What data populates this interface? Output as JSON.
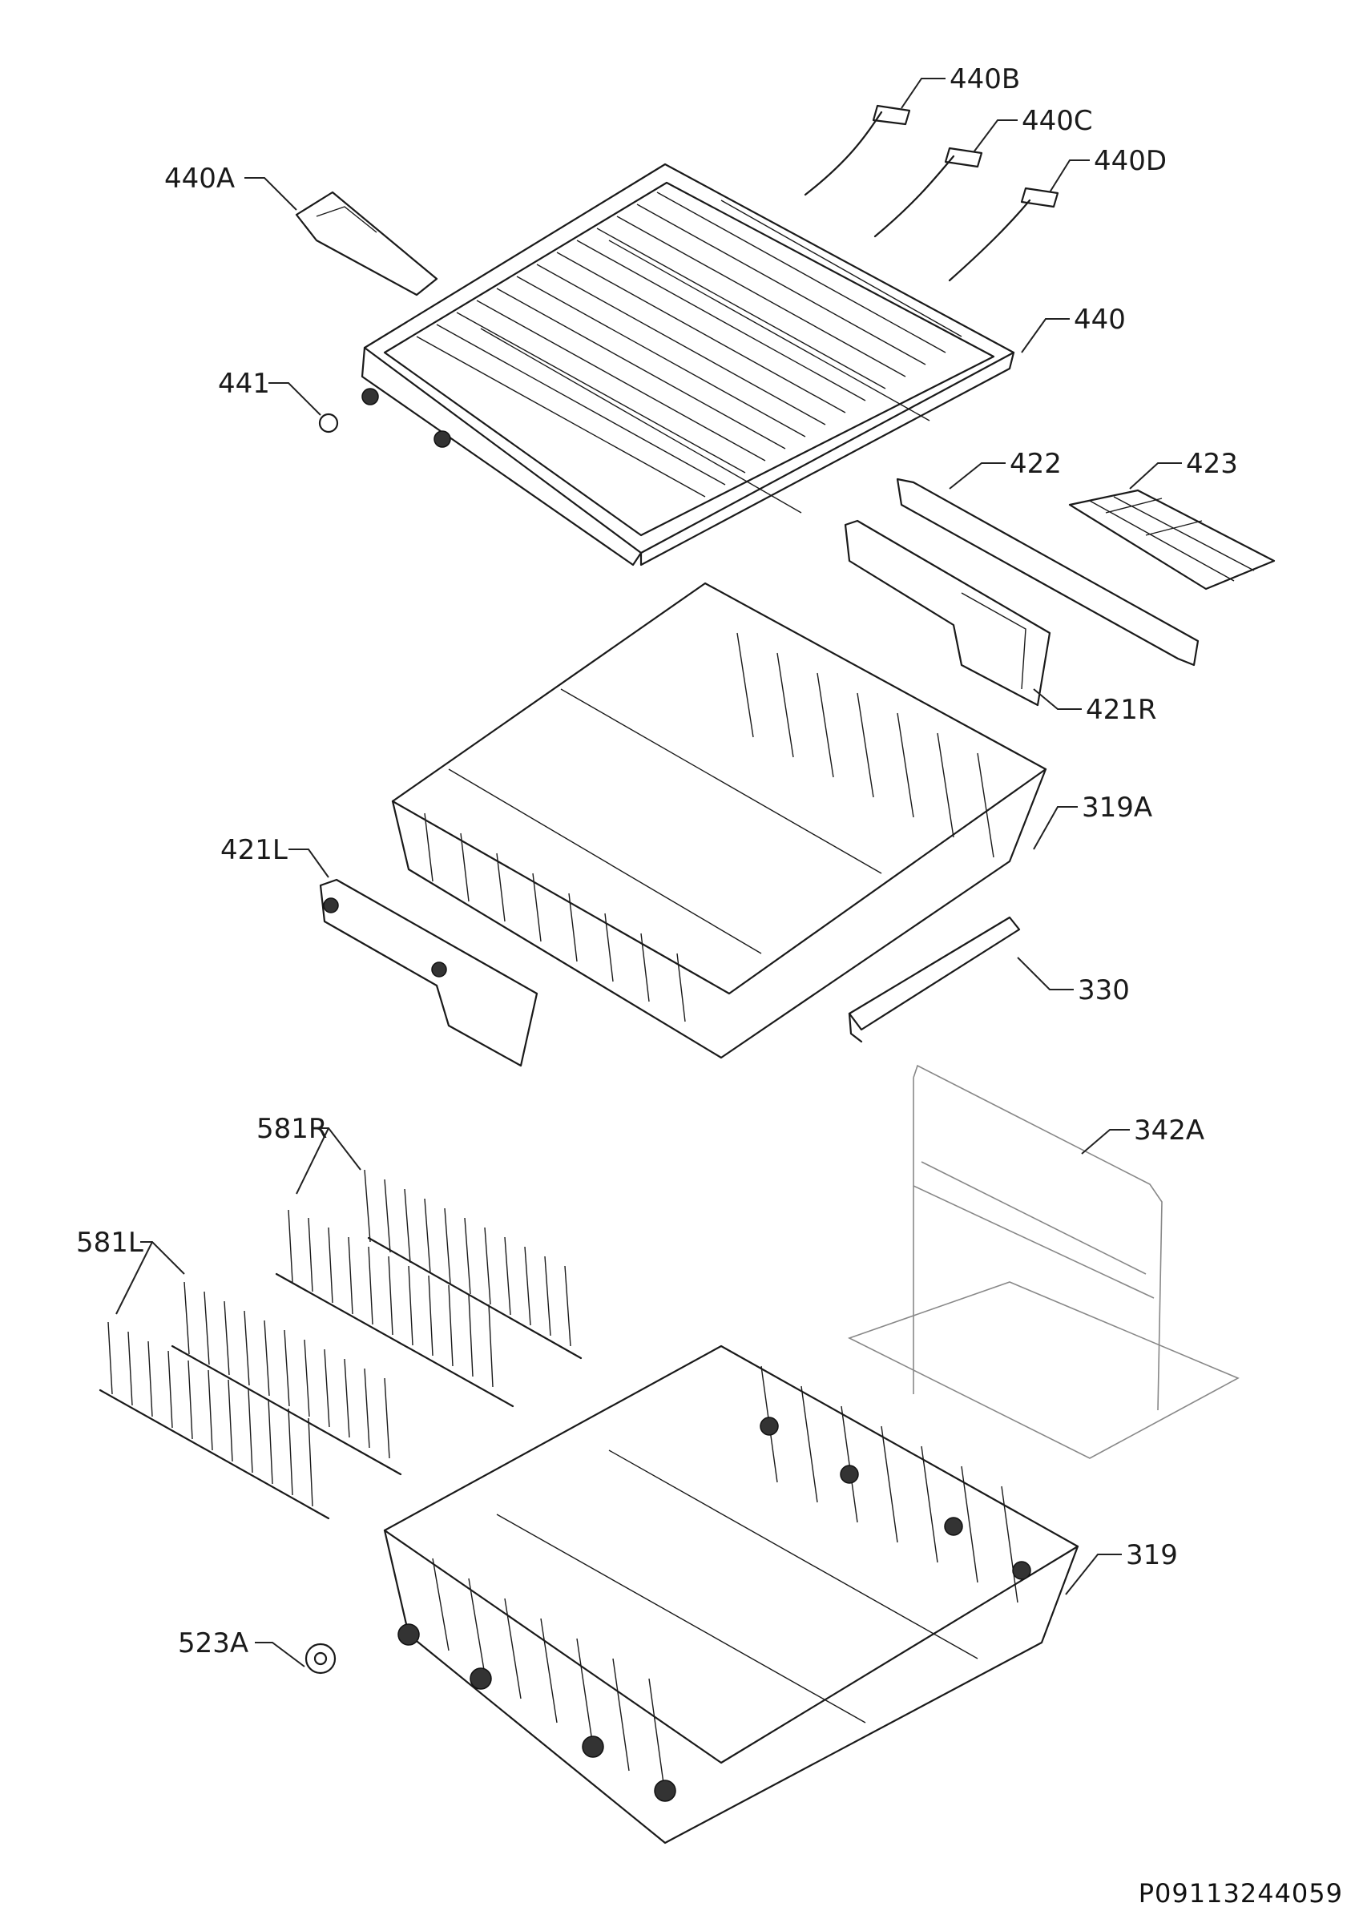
{
  "labels": {
    "p440B": "440B",
    "p440C": "440C",
    "p440D": "440D",
    "p440A": "440A",
    "p440": "440",
    "p441": "441",
    "p422": "422",
    "p423": "423",
    "p421R": "421R",
    "p319A": "319A",
    "p421L": "421L",
    "p330": "330",
    "p342A": "342A",
    "p581R": "581R",
    "p581L": "581L",
    "p319": "319",
    "p523A": "523A"
  },
  "document_number": "P09113244059"
}
